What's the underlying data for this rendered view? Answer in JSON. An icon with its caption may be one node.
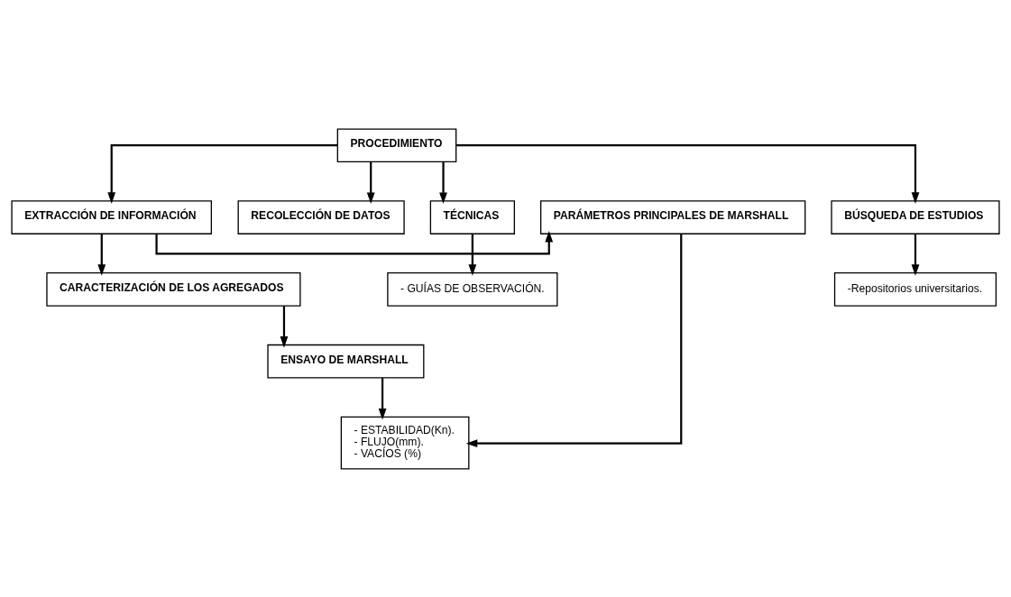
{
  "diagram": {
    "nodes": [
      {
        "text": [
          "PROCEDIMIENTO"
        ]
      },
      {
        "text": [
          "BÚSQUEDA DE ESTUDIOS"
        ]
      },
      {
        "text": [
          "RECOLECCIÓN DE DATOS"
        ]
      },
      {
        "text": [
          "EXTRACCIÓN DE INFORMACIÓN"
        ]
      },
      {
        "text": [
          "PARÁMETROS PRINCIPALES DE MARSHALL"
        ]
      },
      {
        "text": [
          "TÉCNICAS"
        ]
      },
      {
        "text": [
          "-Repositorios universitarios."
        ]
      },
      {
        "text": [
          "CARACTERIZACIÓN DE LOS AGREGADOS"
        ]
      },
      {
        "text": [
          "ENSAYO DE MARSHALL"
        ]
      },
      {
        "text": [
          "- ESTABILIDAD(Kn).",
          "- FLUJO(mm).",
          "- VACÍOS (%)"
        ]
      },
      {
        "text": [
          "- GUÍAS DE OBSERVACIÓN."
        ]
      }
    ],
    "edges": [
      {
        "from": 0,
        "to": 1,
        "arrow": "to"
      },
      {
        "from": 0,
        "to": 2,
        "arrow": "to"
      },
      {
        "from": 0,
        "to": 3,
        "arrow": "to"
      },
      {
        "from": 0,
        "to": 5,
        "arrow": "to"
      },
      {
        "from": 3,
        "to": 4,
        "arrow": "to"
      },
      {
        "from": 1,
        "to": 6,
        "arrow": "to"
      },
      {
        "from": 3,
        "to": 7,
        "arrow": "to"
      },
      {
        "from": 4,
        "to": 9,
        "arrow": "to"
      },
      {
        "from": 5,
        "to": 10,
        "arrow": "to"
      },
      {
        "from": 7,
        "to": 8,
        "arrow": "to"
      },
      {
        "from": 8,
        "to": 9,
        "arrow": "to"
      }
    ]
  }
}
